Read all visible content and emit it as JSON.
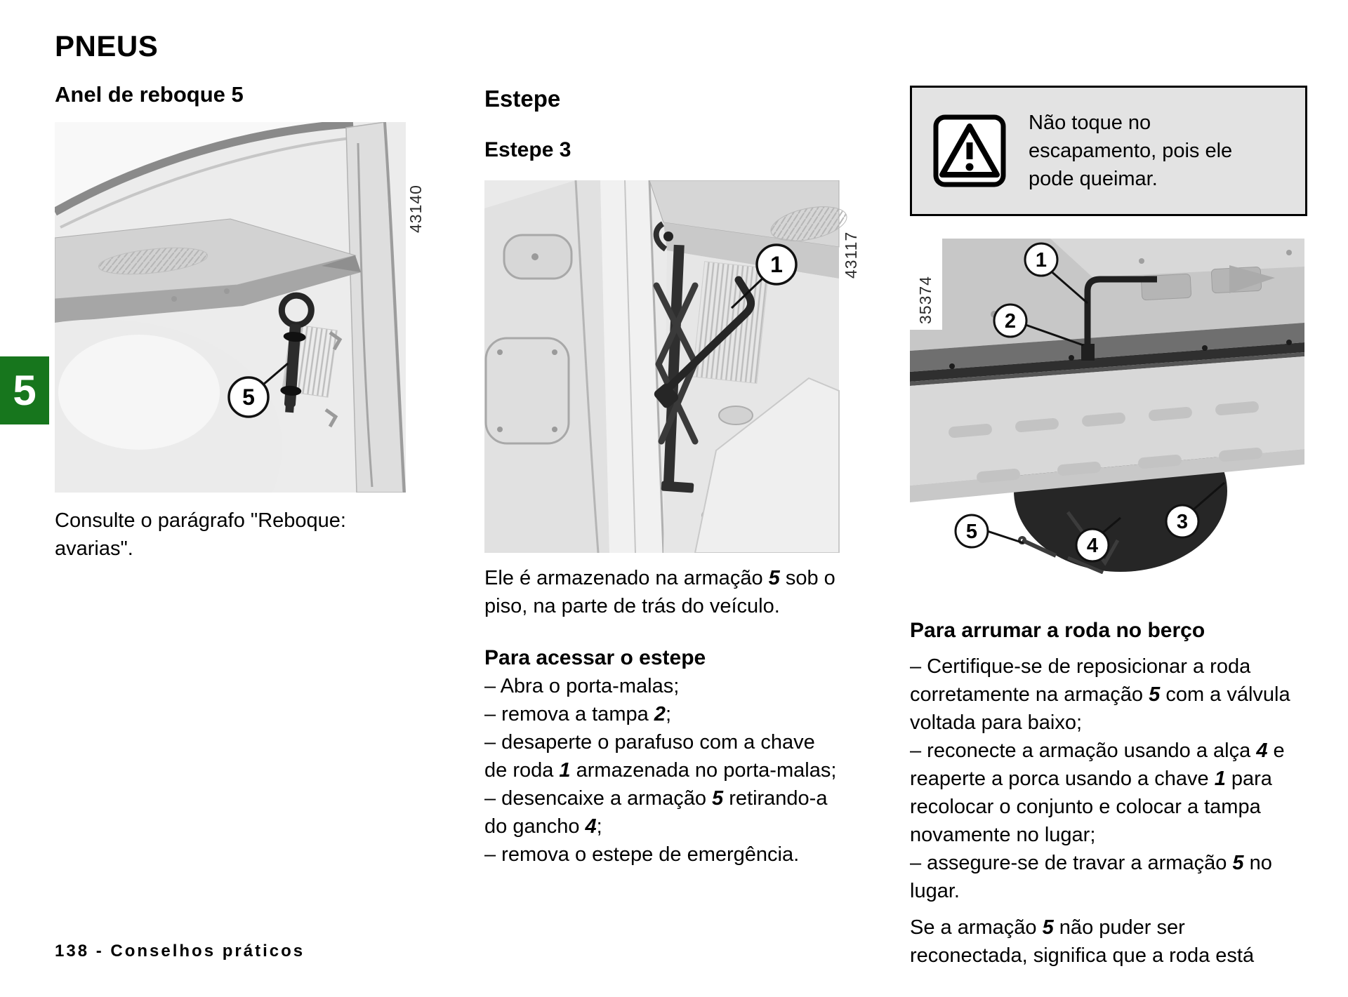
{
  "page": {
    "title": "PNEUS",
    "section_tab": "5",
    "footer": "138 - Conselhos práticos",
    "accent_green": "#17761d",
    "warning_bg": "#e3e3e3"
  },
  "left_column": {
    "heading": "Anel de reboque 5",
    "figure_id": "43140",
    "callout": "5",
    "caption": "Consulte o parágrafo \"Reboque: avarias\"."
  },
  "middle_column": {
    "heading": "Estepe",
    "subheading": "Estepe 3",
    "figure_id": "43117",
    "callout": "1",
    "intro": [
      {
        "t": "Ele é armazenado na armação "
      },
      {
        "t": "5",
        "b": true
      },
      {
        "t": " sob o piso, na parte de trás do veículo."
      }
    ],
    "list_heading": "Para acessar o estepe",
    "items": [
      [
        {
          "t": "–  Abra o porta-malas;"
        }
      ],
      [
        {
          "t": "–  remova a tampa "
        },
        {
          "t": "2",
          "b": true
        },
        {
          "t": ";"
        }
      ],
      [
        {
          "t": "–  desaperte o parafuso com a chave de roda "
        },
        {
          "t": "1",
          "b": true
        },
        {
          "t": " armazenada no porta-malas;"
        }
      ],
      [
        {
          "t": "–  desencaixe a armação "
        },
        {
          "t": "5",
          "b": true
        },
        {
          "t": " retirando-a do gancho "
        },
        {
          "t": "4",
          "b": true
        },
        {
          "t": ";"
        }
      ],
      [
        {
          "t": "–  remova o estepe de emergência."
        }
      ]
    ]
  },
  "right_column": {
    "warning_text": "Não toque no escapamento, pois ele pode queimar.",
    "figure_id": "35374",
    "callouts": [
      "1",
      "2",
      "3",
      "4",
      "5"
    ],
    "heading": "Para arrumar a roda no berço",
    "items": [
      [
        {
          "t": "–  Certifique-se de reposicionar a roda corretamente na armação "
        },
        {
          "t": "5",
          "b": true
        },
        {
          "t": " com a válvula voltada para baixo;"
        }
      ],
      [
        {
          "t": "–  reconecte a armação usando a alça "
        },
        {
          "t": "4",
          "b": true
        },
        {
          "t": " e reaperte a porca usando a chave "
        },
        {
          "t": "1",
          "b": true
        },
        {
          "t": " para recolocar o conjunto e colocar a tampa novamente no lugar;"
        }
      ],
      [
        {
          "t": "–  assegure-se de travar a armação "
        },
        {
          "t": "5",
          "b": true
        },
        {
          "t": " no lugar."
        }
      ]
    ],
    "closing": [
      {
        "t": "Se a armação "
      },
      {
        "t": "5",
        "b": true
      },
      {
        "t": " não puder ser reconectada, significa que a roda está"
      }
    ]
  }
}
